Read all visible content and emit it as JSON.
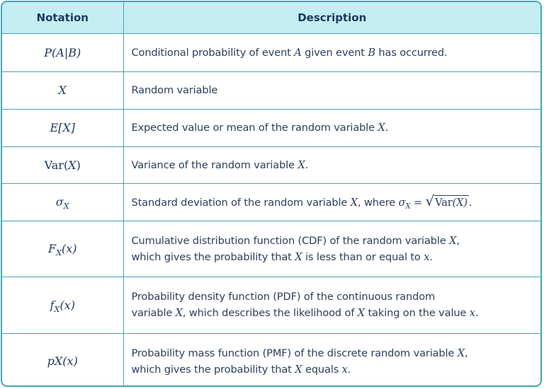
{
  "table": {
    "headers": {
      "notation": "Notation",
      "description": "Description"
    },
    "colors": {
      "border": "#46a3b4",
      "header_bg": "#c5edf3",
      "header_text": "#1b3a5a",
      "body_text": "#2b3f5c"
    },
    "rows": [
      {
        "notation": "P(A|B)",
        "description": "Conditional probability of event A given event B has occurred.",
        "parts": [
          "Conditional probability of event ",
          "A",
          " given event ",
          "B",
          " has occurred."
        ]
      },
      {
        "notation": "X",
        "description": "Random variable",
        "parts": [
          "Random variable"
        ]
      },
      {
        "notation": "E[X]",
        "description": "Expected value or mean of the random variable X.",
        "parts": [
          "Expected value or mean of the random variable ",
          "X",
          "."
        ]
      },
      {
        "notation": "Var(X)",
        "notation_parts": [
          "Var",
          "(",
          "X",
          ")"
        ],
        "description": "Variance of the random variable X.",
        "parts": [
          "Variance of the random variable ",
          "X",
          "."
        ]
      },
      {
        "notation": "σX",
        "notation_parts": [
          "σ",
          "X"
        ],
        "description": "Standard deviation of the random variable X, where σX = √Var(X).",
        "parts": [
          "Standard deviation of the random variable ",
          "X",
          ", where ",
          "σ",
          "X",
          " = ",
          "Var",
          "(X)",
          "."
        ]
      },
      {
        "notation": "FX(x)",
        "notation_parts": [
          "F",
          "X",
          "(x)"
        ],
        "description": "Cumulative distribution function (CDF) of the random variable X, which gives the probability that X is less than or equal to x.",
        "parts": [
          "Cumulative distribution function (CDF) of the random variable ",
          "X",
          ",",
          "which gives the probability that ",
          "X",
          " is less than or equal to ",
          "x",
          "."
        ]
      },
      {
        "notation": "fX(x)",
        "notation_parts": [
          "f",
          "X",
          "(x)"
        ],
        "description": "Probability density function (PDF) of the continuous random variable X, which describes the likelihood of X taking on the value x.",
        "parts": [
          "Probability density function (PDF) of the continuous random",
          "variable ",
          "X",
          ", which describes the likelihood of ",
          "X",
          " taking on the value ",
          "x",
          "."
        ]
      },
      {
        "notation": "pX(x)",
        "description": "Probability mass function (PMF) of the discrete random variable X, which gives the probability that X equals x.",
        "parts": [
          "Probability mass function (PMF) of the discrete random variable ",
          "X",
          ",",
          "which gives the probability that ",
          "X",
          " equals ",
          "x",
          "."
        ]
      }
    ]
  }
}
